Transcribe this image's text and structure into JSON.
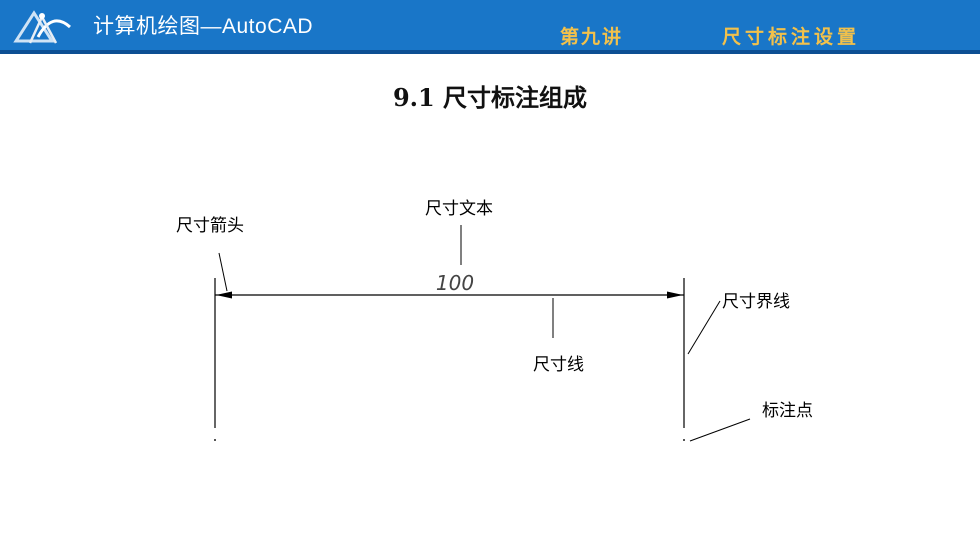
{
  "header": {
    "course_title": "计算机绘图—AutoCAD",
    "lecture_no": "第九讲",
    "lecture_topic": "尺寸标注设置",
    "bar_color": "#1976c8",
    "accent_color": "#f2c14b"
  },
  "page_title": "9.1  尺寸标注组成",
  "diagram": {
    "dimension_value": "100",
    "labels": {
      "arrow": "尺寸箭头",
      "text": "尺寸文本",
      "dim_line": "尺寸线",
      "ext_line": "尺寸界线",
      "point": "标注点"
    }
  }
}
